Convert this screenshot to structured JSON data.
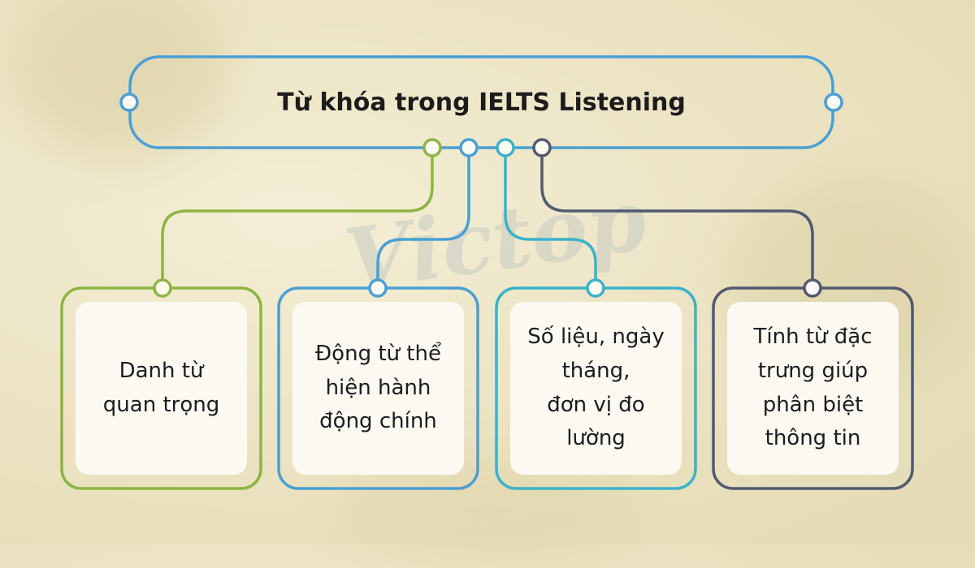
{
  "title": "Từ khóa trong IELTS Listening",
  "watermark": "Victop",
  "colors": {
    "background": "#ece4c4",
    "title_border": "#4a9fd4",
    "card_fill": "#fbf9f2",
    "text": "#1c1c1c"
  },
  "cards": [
    {
      "text": "Danh từ\nquan trọng",
      "color": "#8cb542"
    },
    {
      "text": "Động từ thể\nhiện hành\nđộng chính",
      "color": "#4a9fd4"
    },
    {
      "text": "Số liệu, ngày\ntháng,\nđơn vị đo\nlường",
      "color": "#3ab3c9"
    },
    {
      "text": "Tính từ đặc\ntrưng giúp\nphân biệt\nthông tin",
      "color": "#505a70"
    }
  ]
}
